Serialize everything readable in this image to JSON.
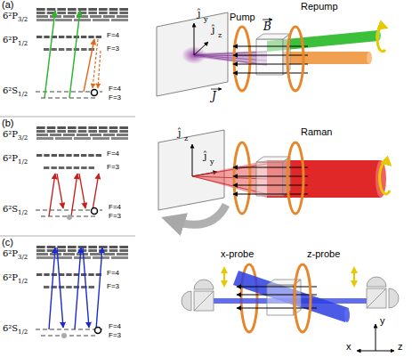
{
  "diagram": {
    "labels": [
      "(a)",
      "6²P",
      "3/2",
      "6²P",
      "1/2",
      "F=4",
      "F=3",
      "6²S",
      "1/2",
      "F=4",
      "F=3",
      "Repump",
      "Pump",
      "B",
      "J",
      "ĵ",
      "y",
      "ĵ",
      "z",
      "(b)",
      "6²P",
      "3/2",
      "6²P",
      "1/2",
      "F=4",
      "F=3",
      "6²S",
      "1/2",
      "F=4",
      "F=3",
      "Raman",
      "ĵ",
      "z",
      "ĵ",
      "y",
      "(c)",
      "6²P",
      "3/2",
      "6²P",
      "1/2",
      "F=4",
      "F=3",
      "6²S",
      "1/2",
      "F=4",
      "F=3",
      "x-probe",
      "z-probe",
      "y",
      "x",
      "z"
    ]
  }
}
